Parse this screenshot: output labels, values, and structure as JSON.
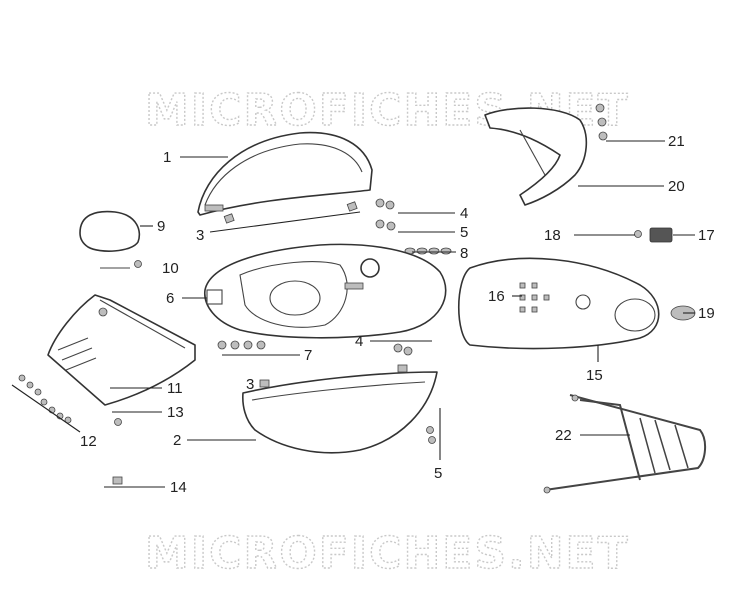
{
  "watermark": {
    "top": "MICROFICHES.NET",
    "bottom": "MICROFICHES.NET"
  },
  "callouts": {
    "c1": "1",
    "c2": "2",
    "c3a": "3",
    "c3b": "3",
    "c4a": "4",
    "c4b": "4",
    "c5a": "5",
    "c5b": "5",
    "c6": "6",
    "c7": "7",
    "c8": "8",
    "c9": "9",
    "c10": "10",
    "c11": "11",
    "c12": "12",
    "c13": "13",
    "c14": "14",
    "c15": "15",
    "c16": "16",
    "c17": "17",
    "c18": "18",
    "c19": "19",
    "c20": "20",
    "c21": "21",
    "c22": "22"
  }
}
